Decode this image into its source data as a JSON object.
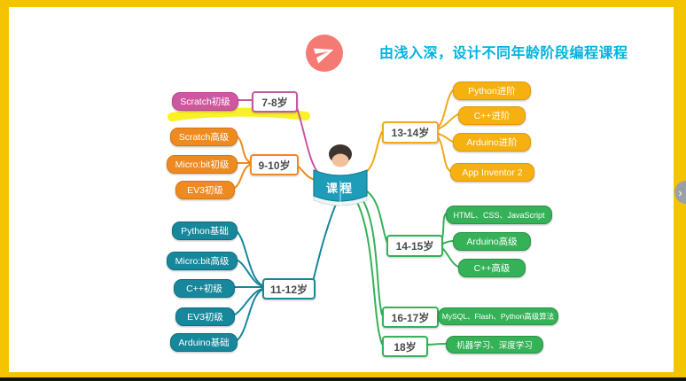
{
  "header": {
    "title": "由浅入深，设计不同年龄阶段编程课程",
    "title_color": "#00b2e2",
    "logo_icon": "paper-plane-icon",
    "logo_bg_color": "#f47a73"
  },
  "frame": {
    "border_color": "#f5c400"
  },
  "mindmap": {
    "root": {
      "label": "课程",
      "color": "#1e9cb8"
    },
    "branches": [
      {
        "id": "age-7-8",
        "age_label": "7-8岁",
        "color": "#c8579f",
        "courses": [
          {
            "label": "Scratch初级",
            "highlighted": true
          }
        ]
      },
      {
        "id": "age-9-10",
        "age_label": "9-10岁",
        "color": "#ee8a20",
        "courses": [
          {
            "label": "Scratch高级"
          },
          {
            "label": "Micro:bit初级"
          },
          {
            "label": "EV3初级"
          }
        ]
      },
      {
        "id": "age-11-12",
        "age_label": "11-12岁",
        "color": "#17879c",
        "courses": [
          {
            "label": "Python基础"
          },
          {
            "label": "Micro:bit高级"
          },
          {
            "label": "C++初级"
          },
          {
            "label": "EV3初级"
          },
          {
            "label": "Arduino基础"
          }
        ]
      },
      {
        "id": "age-13-14",
        "age_label": "13-14岁",
        "color": "#f0a91c",
        "courses": [
          {
            "label": "Python进阶"
          },
          {
            "label": "C++进阶"
          },
          {
            "label": "Arduino进阶"
          },
          {
            "label": "App Inventor 2"
          }
        ]
      },
      {
        "id": "age-14-15",
        "age_label": "14-15岁",
        "color": "#35b158",
        "courses": [
          {
            "label": "HTML、CSS、JavaScript"
          },
          {
            "label": "Arduino高级"
          },
          {
            "label": "C++高级"
          }
        ]
      },
      {
        "id": "age-16-17",
        "age_label": "16-17岁",
        "color": "#35b158",
        "courses": [
          {
            "label": "MySQL、Flash、Python高级算法"
          }
        ]
      },
      {
        "id": "age-18",
        "age_label": "18岁",
        "color": "#35b158",
        "courses": [
          {
            "label": "机器学习、深度学习"
          }
        ]
      }
    ],
    "highlight_color": "#f8ee00"
  },
  "side_panel": {
    "collapse_glyph": "›",
    "collapse_icon": "chevron-right-icon"
  }
}
